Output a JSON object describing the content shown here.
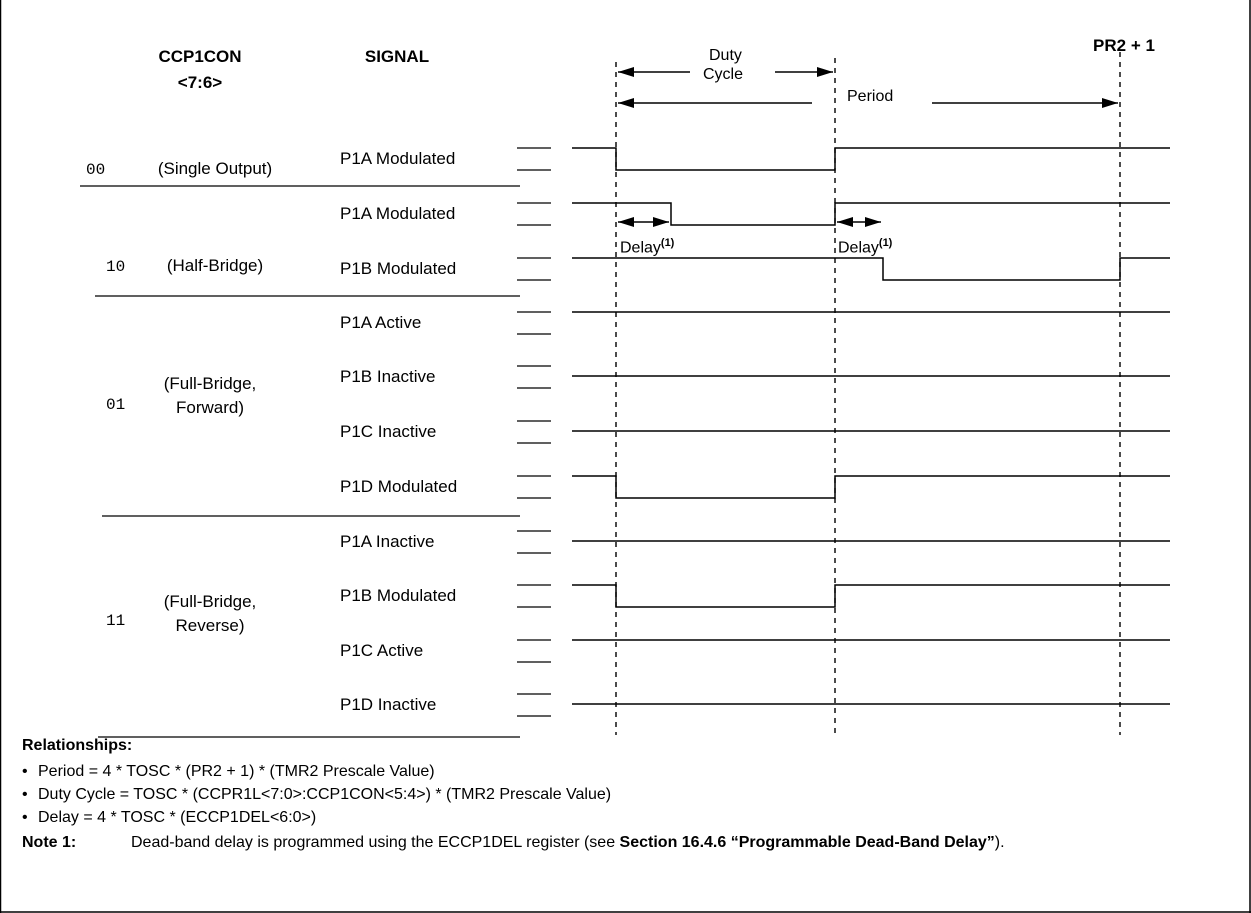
{
  "header": {
    "col_ccp1con": "CCP1CON",
    "col_bits": "<7:6>",
    "col_signal": "SIGNAL",
    "pr2": "PR2 + 1"
  },
  "timing": {
    "duty_line1": "Duty",
    "duty_line2": "Cycle",
    "period": "Period",
    "delay": "Delay",
    "delay_note_ref": "(1)"
  },
  "modes": [
    {
      "code": "00",
      "desc": "(Single Output)"
    },
    {
      "code": "10",
      "desc": "(Half-Bridge)"
    },
    {
      "code": "01",
      "desc_line1": "(Full-Bridge,",
      "desc_line2": "Forward)"
    },
    {
      "code": "11",
      "desc_line1": "(Full-Bridge,",
      "desc_line2": "Reverse)"
    }
  ],
  "signals": [
    {
      "label": "P1A Modulated",
      "wave": "mod_a"
    },
    {
      "label": "P1A Modulated",
      "wave": "half_a"
    },
    {
      "label": "P1B Modulated",
      "wave": "half_b"
    },
    {
      "label": "P1A Active",
      "wave": "high"
    },
    {
      "label": "P1B Inactive",
      "wave": "low"
    },
    {
      "label": "P1C Inactive",
      "wave": "low"
    },
    {
      "label": "P1D Modulated",
      "wave": "mod_a"
    },
    {
      "label": "P1A Inactive",
      "wave": "low"
    },
    {
      "label": "P1B Modulated",
      "wave": "mod_a"
    },
    {
      "label": "P1C Active",
      "wave": "high"
    },
    {
      "label": "P1D Inactive",
      "wave": "low"
    }
  ],
  "relationships": {
    "title": "Relationships:",
    "items": [
      "Period = 4 * TOSC * (PR2 + 1) * (TMR2 Prescale Value)",
      "Duty Cycle = TOSC * (CCPR1L<7:0>:CCP1CON<5:4>) * (TMR2 Prescale Value)",
      "Delay = 4 * TOSC * (ECCP1DEL<6:0>)"
    ]
  },
  "note": {
    "label": "Note    1:",
    "text_before": "Dead-band delay is programmed using the ECCP1DEL register (see ",
    "section_ref": "Section 16.4.6 “Programmable Dead-Band Delay”",
    "text_after": ")."
  }
}
